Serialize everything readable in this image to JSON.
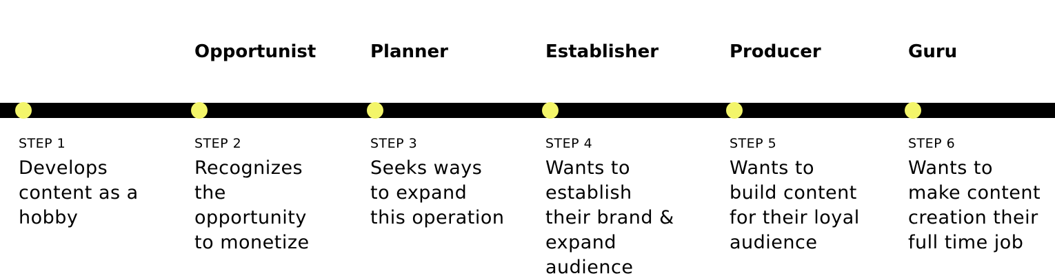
{
  "colors": {
    "timeline": "#000000",
    "dot": "#f3f56a",
    "background": "#ffffff"
  },
  "steps": [
    {
      "title": "",
      "label": "STEP 1",
      "description": "Develops\ncontent as a\nhobby"
    },
    {
      "title": "Opportunist",
      "label": "STEP 2",
      "description": "Recognizes\nthe\nopportunity\nto monetize"
    },
    {
      "title": "Planner",
      "label": "STEP 3",
      "description": "Seeks ways\nto expand\nthis operation"
    },
    {
      "title": "Establisher",
      "label": "STEP 4",
      "description": "Wants to\nestablish\ntheir brand &\nexpand\naudience"
    },
    {
      "title": "Producer",
      "label": "STEP 5",
      "description": "Wants to\nbuild content\nfor their loyal\naudience"
    },
    {
      "title": "Guru",
      "label": "STEP 6",
      "description": "Wants to\nmake content\ncreation their\nfull time job"
    }
  ]
}
